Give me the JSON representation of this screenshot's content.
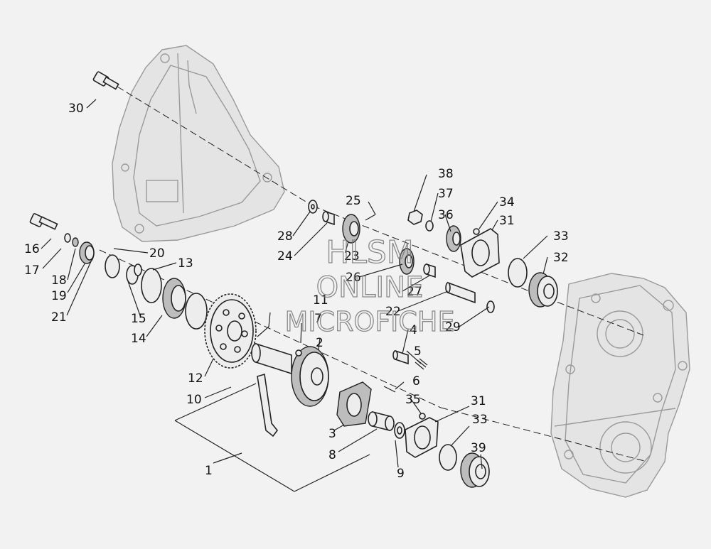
{
  "diagram": {
    "callouts": [
      "1",
      "2",
      "3",
      "4",
      "5",
      "6",
      "7",
      "8",
      "9",
      "10",
      "11",
      "12",
      "13",
      "14",
      "15",
      "16",
      "17",
      "18",
      "19",
      "20",
      "21",
      "22",
      "23",
      "24",
      "25",
      "26",
      "27",
      "28",
      "29",
      "30",
      "31",
      "31",
      "32",
      "33",
      "33",
      "34",
      "35",
      "36",
      "37",
      "38",
      "39"
    ]
  },
  "watermark": {
    "line1": "HLSM",
    "line2": "ONLINE",
    "line3": "MICROFICHE"
  }
}
